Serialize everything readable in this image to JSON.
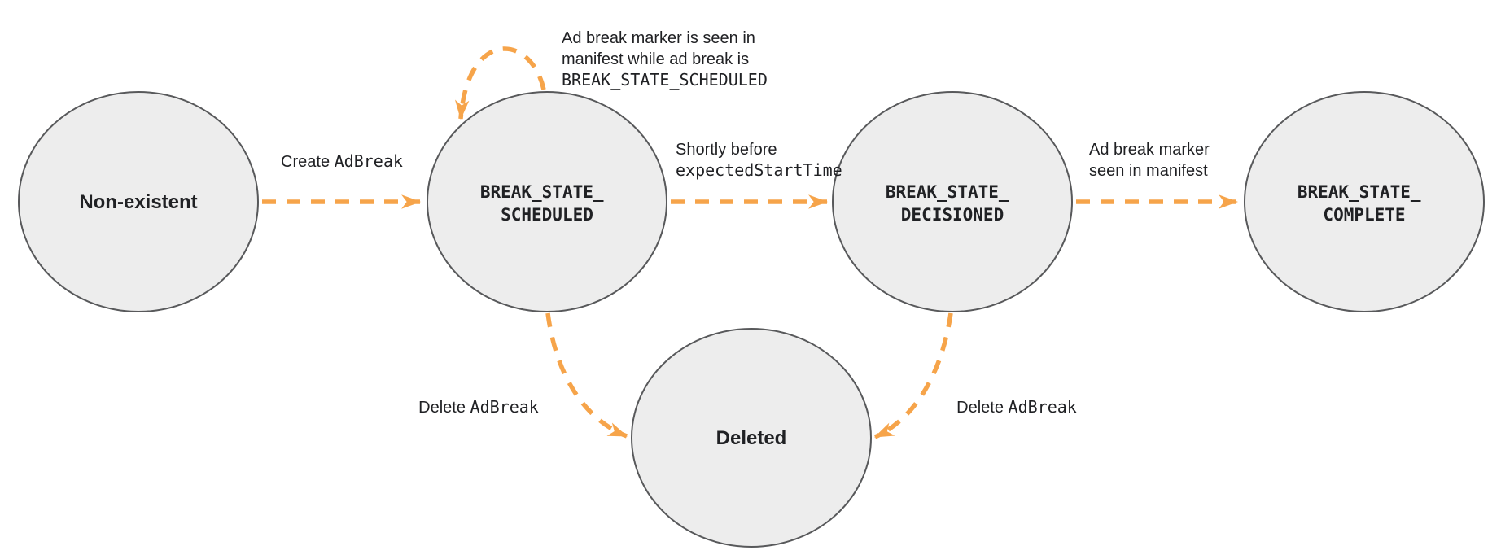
{
  "diagram": {
    "colors": {
      "arrow": "#F6A44A",
      "node_fill": "#EDEDED",
      "node_stroke": "#58595B",
      "text": "#202124"
    },
    "nodes": {
      "non_existent": {
        "label": "Non-existent"
      },
      "scheduled": {
        "line1": "BREAK_STATE_",
        "line2": "SCHEDULED"
      },
      "decisioned": {
        "line1": "BREAK_STATE_",
        "line2": "DECISIONED"
      },
      "complete": {
        "line1": "BREAK_STATE_",
        "line2": "COMPLETE"
      },
      "deleted": {
        "label": "Deleted"
      }
    },
    "edges": {
      "create": {
        "sans": "Create ",
        "mono": "AdBreak"
      },
      "marker_seen_loop": {
        "line1": "Ad break marker is seen in",
        "line2": "manifest while ad break is",
        "line3_mono": "BREAK_STATE_SCHEDULED"
      },
      "to_decisioned": {
        "line1": "Shortly before",
        "line2_mono": "expectedStartTime"
      },
      "to_complete": {
        "line1": "Ad break marker",
        "line2": "seen in manifest"
      },
      "delete_from_scheduled": {
        "sans": "Delete ",
        "mono": "AdBreak"
      },
      "delete_from_decisioned": {
        "sans": "Delete ",
        "mono": "AdBreak"
      }
    }
  }
}
